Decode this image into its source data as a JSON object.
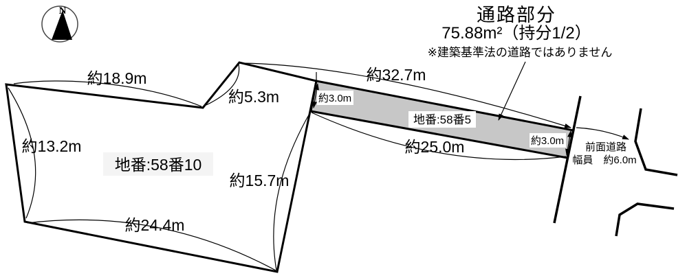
{
  "callout": {
    "title": "通路部分",
    "area": "75.88m²（持分1/2）",
    "note": "※建築基準法の道路ではありません"
  },
  "compass": {
    "north": "N"
  },
  "parcels": {
    "main": {
      "label": "地番:58番10"
    },
    "passage": {
      "label": "地番:58番5"
    }
  },
  "dimensions": {
    "top": "約18.9m",
    "notch": "約5.3m",
    "left": "約13.2m",
    "right": "約15.7m",
    "bottom": "約24.4m",
    "passage_top": "約32.7m",
    "passage_bottom": "約25.0m",
    "passage_width_left": "約3.0m",
    "passage_width_right": "約3.0m"
  },
  "road": {
    "name": "前面道路",
    "width": "幅員　約6.0m"
  },
  "colors": {
    "passage_fill": "#c7c7c7",
    "line": "#000000"
  }
}
